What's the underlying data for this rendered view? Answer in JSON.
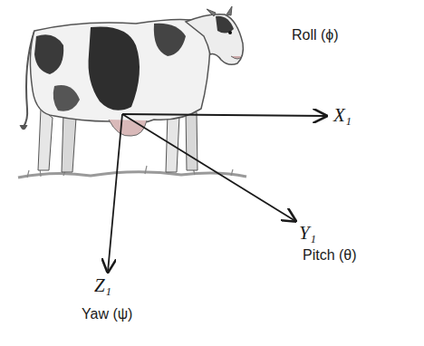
{
  "diagram": {
    "labels": [
      "Roll (ϕ)",
      "X₁",
      "Y₁",
      "Pitch (θ)",
      "Z₁",
      "Yaw (ψ)"
    ]
  }
}
